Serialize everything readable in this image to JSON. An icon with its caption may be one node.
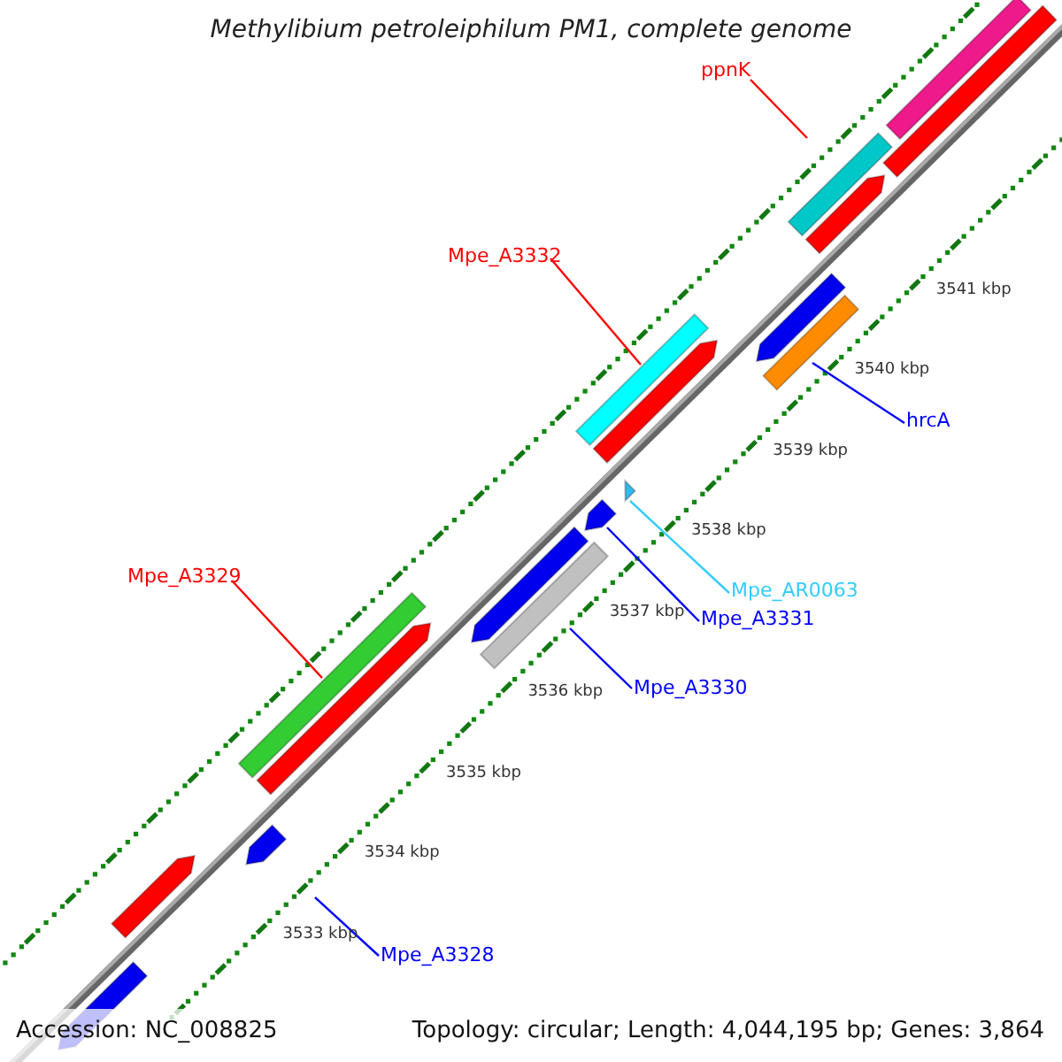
{
  "diagram": {
    "title": "Methylibium petroleiphilum PM1, complete genome",
    "nodes": [
      {
        "text": [
          "ppnK"
        ]
      },
      {
        "text": [
          "Mpe_A3332"
        ]
      },
      {
        "text": [
          "Mpe_A3329"
        ]
      },
      {
        "text": [
          "hrcA"
        ]
      },
      {
        "text": [
          "Mpe_AR0063"
        ]
      },
      {
        "text": [
          "Mpe_A3331"
        ]
      },
      {
        "text": [
          "Mpe_A3330"
        ]
      },
      {
        "text": [
          "Mpe_A3328"
        ]
      },
      {
        "text": [],
        "shape": "bar"
      },
      {
        "text": [],
        "shape": "bar"
      },
      {
        "text": [],
        "shape": "bar"
      },
      {
        "text": [],
        "shape": "arrow"
      },
      {
        "text": [],
        "shape": "arrow"
      },
      {
        "text": [],
        "shape": "bar"
      },
      {
        "text": [],
        "shape": "bar"
      },
      {
        "text": [],
        "shape": "arrow"
      },
      {
        "text": [],
        "shape": "triangle"
      },
      {
        "text": [],
        "shape": "arrow"
      },
      {
        "text": [],
        "shape": "arrow"
      },
      {
        "text": [],
        "shape": "bar"
      },
      {
        "text": [],
        "shape": "bar"
      },
      {
        "text": [],
        "shape": "arrow"
      },
      {
        "text": [],
        "shape": "arrow"
      },
      {
        "text": [],
        "shape": "arrow"
      },
      {
        "text": [],
        "shape": "arrow"
      }
    ],
    "edges": [
      {
        "from": 0,
        "to": 10,
        "arrow": "none",
        "color": "#ff0000"
      },
      {
        "from": 1,
        "to": 14,
        "arrow": "none",
        "color": "#ff0000"
      },
      {
        "from": 2,
        "to": 20,
        "arrow": "none",
        "color": "#ff0000"
      },
      {
        "from": 3,
        "to": 13,
        "arrow": "none"
      },
      {
        "from": 4,
        "to": 16,
        "arrow": "none",
        "color": "#33ccff"
      },
      {
        "from": 5,
        "to": 17,
        "arrow": "none"
      },
      {
        "from": 6,
        "to": 19,
        "arrow": "none"
      },
      {
        "from": 7,
        "to": 22,
        "arrow": "none"
      }
    ],
    "labels": [
      "3541 kbp",
      "3540 kbp",
      "3539 kbp",
      "3538 kbp",
      "3537 kbp",
      "3536 kbp",
      "3535 kbp",
      "3534 kbp",
      "3533 kbp",
      "Accession: NC_008825",
      "Topology: circular; Length: 4,044,195 bp; Genes: 3,864"
    ]
  }
}
